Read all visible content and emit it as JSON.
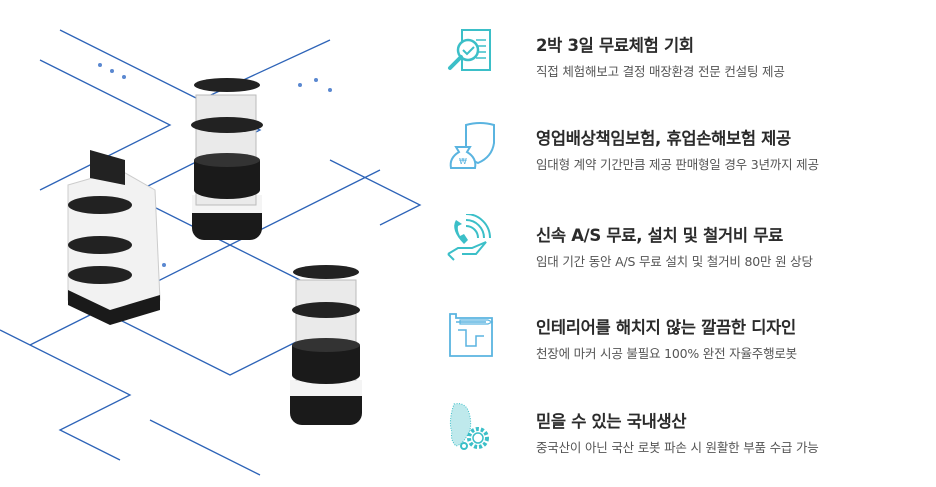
{
  "accent_color": "#3bbfc8",
  "accent_blue": "#5ab4e0",
  "line_color": "#2e64b8",
  "features": [
    {
      "icon": "clipboard-magnifier-icon",
      "title": "2박 3일 무료체험 기회",
      "subtitle": "직접 체험해보고 결정 매장환경 전문 컨설팅 제공"
    },
    {
      "icon": "shield-moneybag-icon",
      "title": "영업배상책임보험, 휴업손해보험 제공",
      "subtitle": "임대형 계약 기간만큼 제공 판매형일 경우 3년까지 제공"
    },
    {
      "icon": "phone-hand-icon",
      "title": "신속 A/S 무료, 설치 및 철거비 무료",
      "subtitle": "임대 기간 동안 A/S 무료 설치 및 철거비 80만 원 상당"
    },
    {
      "icon": "blueprint-icon",
      "title": "인테리어를 해치지 않는 깔끔한 디자인",
      "subtitle": "천장에 마커 시공 불필요 100% 완전 자율주행로봇"
    },
    {
      "icon": "korea-map-gear-icon",
      "title": "믿을 수 있는 국내생산",
      "subtitle": "중국산이 아닌 국산 로봇 파손 시 원활한 부품 수급 가능"
    }
  ]
}
